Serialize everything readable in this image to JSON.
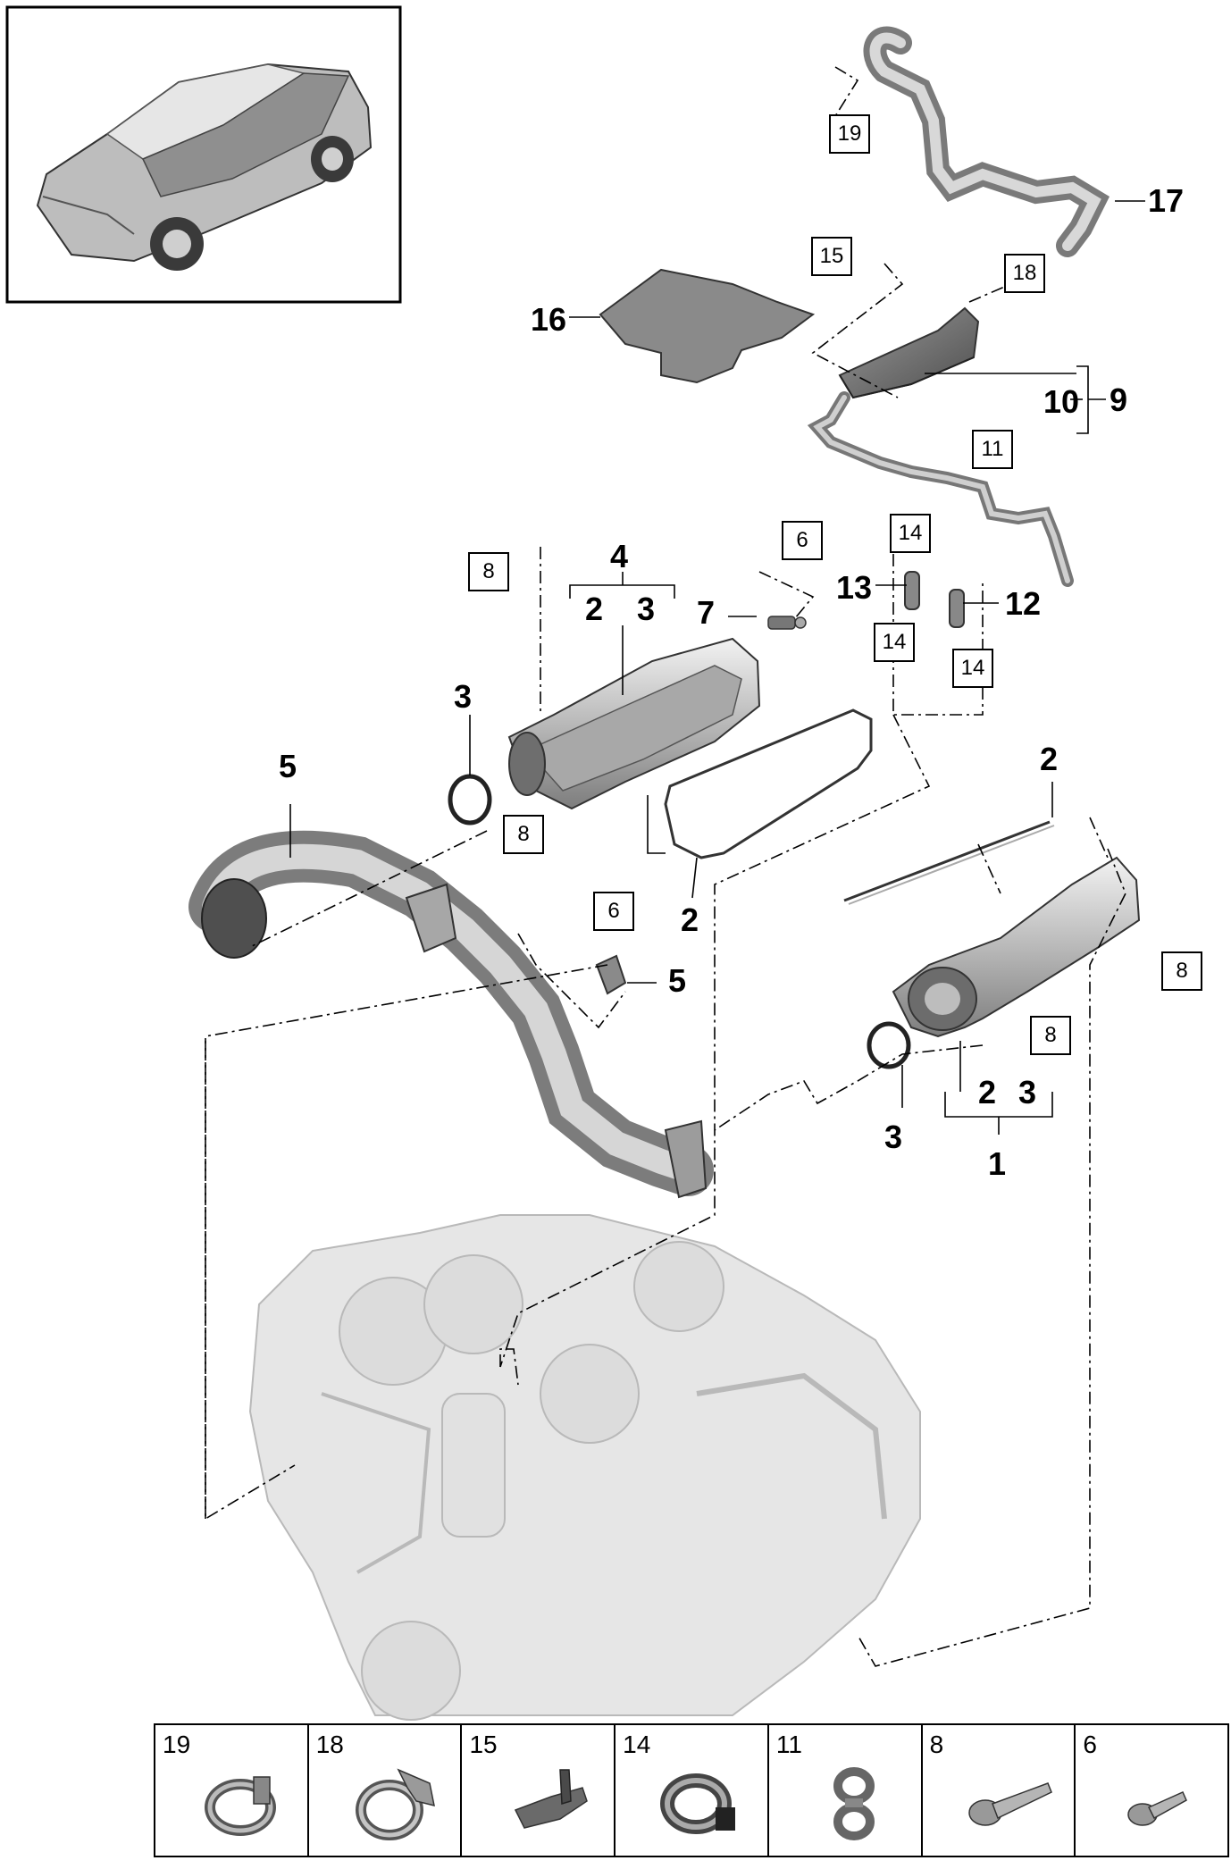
{
  "thumbnail": {
    "icon": "suv-car-icon"
  },
  "callouts": [
    {
      "id": "c1",
      "text": "1"
    },
    {
      "id": "c2a",
      "text": "2"
    },
    {
      "id": "c3a",
      "text": "3"
    },
    {
      "id": "c2b",
      "text": "2"
    },
    {
      "id": "c3b",
      "text": "3"
    },
    {
      "id": "c2c",
      "text": "2"
    },
    {
      "id": "c2d",
      "text": "2"
    },
    {
      "id": "c3c",
      "text": "3"
    },
    {
      "id": "c3d",
      "text": "3"
    },
    {
      "id": "c4",
      "text": "4"
    },
    {
      "id": "c5",
      "text": "5"
    },
    {
      "id": "c7",
      "text": "7"
    },
    {
      "id": "c9",
      "text": "9"
    },
    {
      "id": "c10",
      "text": "10"
    },
    {
      "id": "c11",
      "text": "11"
    },
    {
      "id": "c12",
      "text": "12"
    },
    {
      "id": "c13",
      "text": "13"
    },
    {
      "id": "c16",
      "text": "16"
    },
    {
      "id": "c17",
      "text": "17"
    }
  ],
  "boxes": [
    {
      "id": "b19",
      "text": "19"
    },
    {
      "id": "b15",
      "text": "15"
    },
    {
      "id": "b18",
      "text": "18"
    },
    {
      "id": "b11",
      "text": "11"
    },
    {
      "id": "b14a",
      "text": "14"
    },
    {
      "id": "b14b",
      "text": "14"
    },
    {
      "id": "b14c",
      "text": "14"
    },
    {
      "id": "b6a",
      "text": "6"
    },
    {
      "id": "b6b",
      "text": "6"
    },
    {
      "id": "b8a",
      "text": "8"
    },
    {
      "id": "b8b",
      "text": "8"
    },
    {
      "id": "b8c",
      "text": "8"
    },
    {
      "id": "b8d",
      "text": "8"
    }
  ],
  "legend": [
    {
      "num": "19",
      "icon": "hose-clamp-icon"
    },
    {
      "num": "18",
      "icon": "spring-clamp-icon"
    },
    {
      "num": "15",
      "icon": "cable-holder-icon"
    },
    {
      "num": "14",
      "icon": "hose-band-clamp-icon"
    },
    {
      "num": "11",
      "icon": "double-clip-icon"
    },
    {
      "num": "8",
      "icon": "flange-bolt-icon"
    },
    {
      "num": "6",
      "icon": "short-screw-icon"
    }
  ]
}
